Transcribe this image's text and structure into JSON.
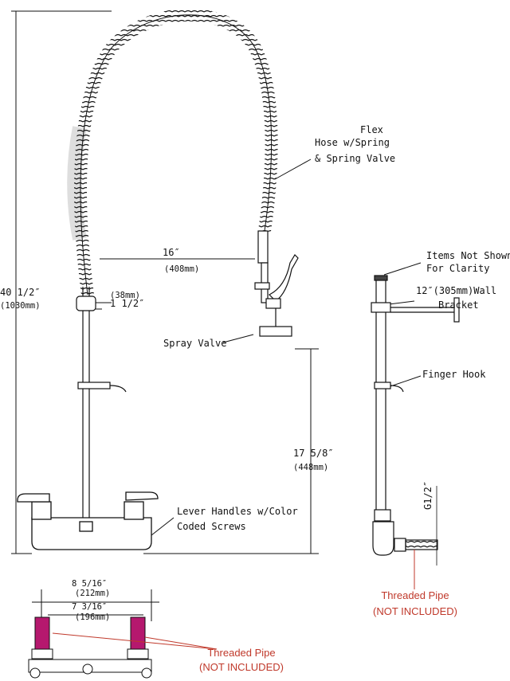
{
  "labels": {
    "flex_hose_1": "Flex",
    "flex_hose_2": "Hose w/Spring",
    "flex_hose_3": "& Spring Valve",
    "reach_in": "16″",
    "reach_mm": "(408mm)",
    "height_in": "40 1/2″",
    "height_mm": "(1030mm)",
    "riser_in": "1 1/2″",
    "riser_mm": "(38mm)",
    "spray_valve": "Spray Valve",
    "spout_in": "17 5/8″",
    "spout_mm": "(448mm)",
    "lever_1": "Lever Handles w/Color",
    "lever_2": "Coded Screws",
    "items_1": "Items Not Shown",
    "items_2": "For Clarity",
    "bracket_1": "12″(305mm)Wall",
    "bracket_2": "Bracket",
    "finger_hook": "Finger Hook",
    "thread_size": "G1/2″",
    "pipe_right_1": "Threaded Pipe",
    "pipe_right_2": "(NOT INCLUDED)",
    "centers_outer_in": "8 5/16″",
    "centers_outer_mm": "(212mm)",
    "centers_inner_in": "7 3/16″",
    "centers_inner_mm": "(196mm)",
    "pipe_bottom_1": "Threaded Pipe",
    "pipe_bottom_2": "(NOT INCLUDED)"
  },
  "colors": {
    "line": "#111111",
    "accent_red": "#c0392b",
    "pipe_magenta": "#b5186e"
  }
}
